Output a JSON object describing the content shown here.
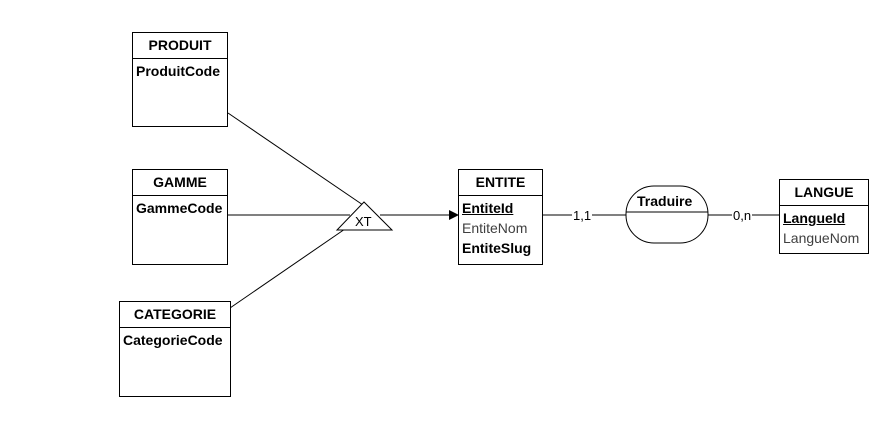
{
  "entities": {
    "produit": {
      "title": "PRODUIT",
      "attrs": [
        {
          "label": "ProduitCode",
          "style": "bold"
        }
      ]
    },
    "gamme": {
      "title": "GAMME",
      "attrs": [
        {
          "label": "GammeCode",
          "style": "bold"
        }
      ]
    },
    "categorie": {
      "title": "CATEGORIE",
      "attrs": [
        {
          "label": "CategorieCode",
          "style": "bold"
        }
      ]
    },
    "entite": {
      "title": "ENTITE",
      "attrs": [
        {
          "label": "EntiteId",
          "style": "key"
        },
        {
          "label": "EntiteNom",
          "style": "plain"
        },
        {
          "label": "EntiteSlug",
          "style": "bold"
        }
      ]
    },
    "langue": {
      "title": "LANGUE",
      "attrs": [
        {
          "label": "LangueId",
          "style": "key"
        },
        {
          "label": "LangueNom",
          "style": "plain"
        }
      ]
    }
  },
  "relationship": {
    "name": "Traduire"
  },
  "inheritance": {
    "label": "XT"
  },
  "cardinalities": {
    "entite_side": "1,1",
    "langue_side": "0,n"
  }
}
